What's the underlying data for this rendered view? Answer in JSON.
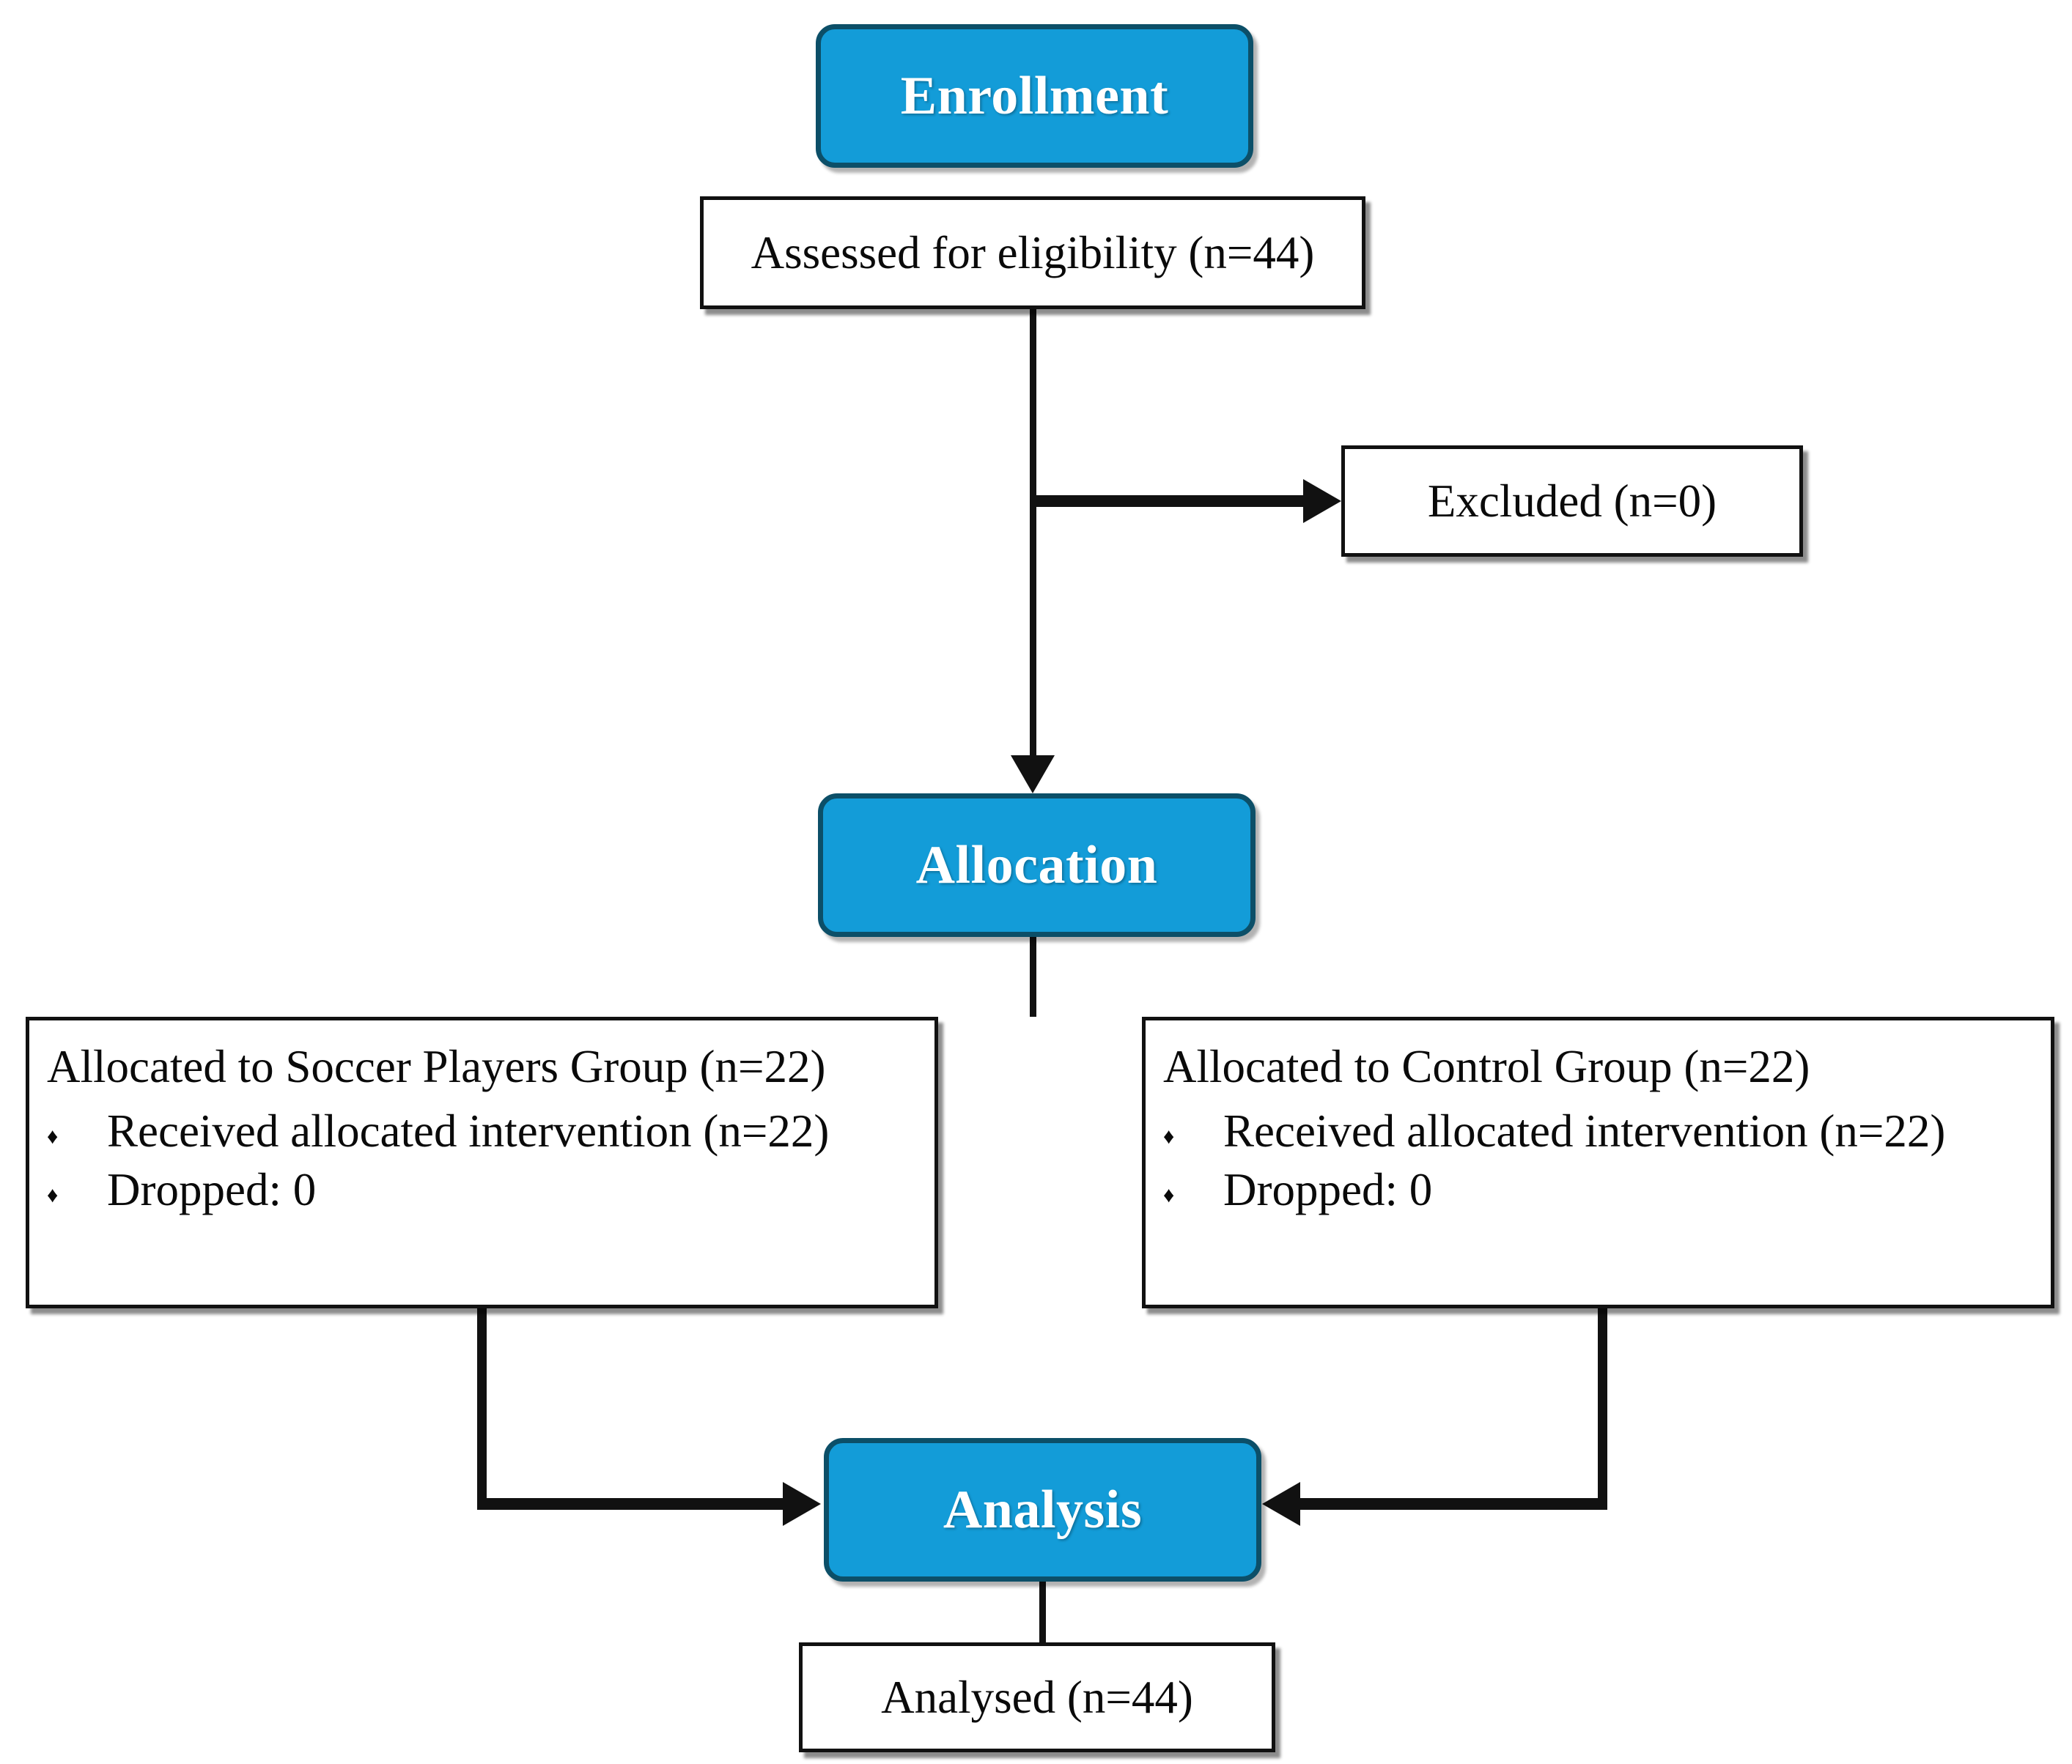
{
  "diagram": {
    "type": "consort-flow-diagram",
    "colors": {
      "stage_fill": "#139CD8",
      "stage_border": "#0C4F68",
      "stage_text": "#FFFFFF",
      "box_border": "#111111",
      "box_fill": "#FFFFFF",
      "box_text": "#0A0A0A",
      "connector": "#111111",
      "background": "#FFFFFF"
    },
    "stages": {
      "enrollment": "Enrollment",
      "allocation": "Allocation",
      "analysis": "Analysis"
    },
    "nodes": {
      "eligibility": "Assessed for eligibility (n=44)",
      "excluded": "Excluded (n=0)",
      "analysed": "Analysed (n=44)"
    },
    "groups": [
      {
        "id": "soccer-players-group",
        "title": "Allocated to Soccer Players Group (n=22)",
        "bullets": [
          "Received allocated intervention (n=22)",
          "Dropped: 0"
        ]
      },
      {
        "id": "control-group",
        "title": "Allocated to Control Group (n=22)",
        "bullets": [
          "Received allocated intervention (n=22)",
          "Dropped: 0"
        ]
      }
    ],
    "bullet_glyph": "♦",
    "counts": {
      "assessed": 44,
      "excluded": 0,
      "allocated_soccer": 22,
      "allocated_control": 22,
      "received_soccer": 22,
      "received_control": 22,
      "dropped_soccer": 0,
      "dropped_control": 0,
      "analysed": 44
    }
  }
}
